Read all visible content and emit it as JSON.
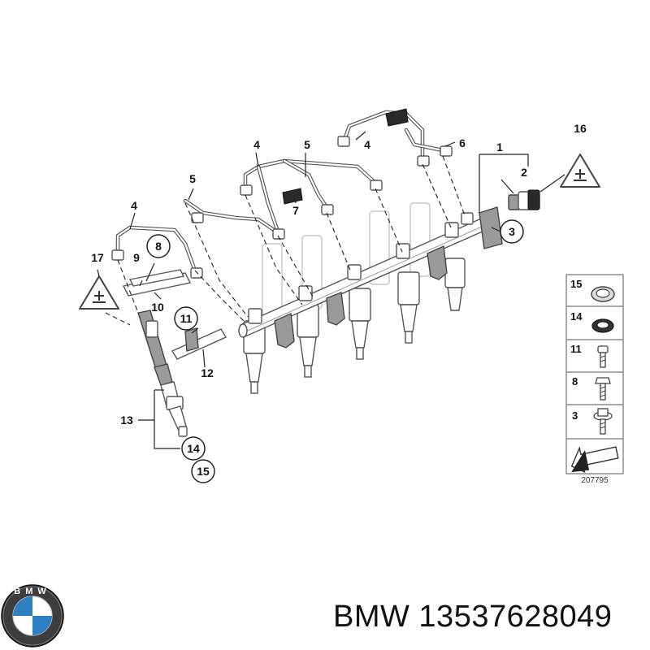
{
  "diagram": {
    "callouts": {
      "c1": "1",
      "c2": "2",
      "c3": "3",
      "c4a": "4",
      "c4b": "4",
      "c4c": "4",
      "c5a": "5",
      "c5b": "5",
      "c6": "6",
      "c7": "7",
      "c8": "8",
      "c9": "9",
      "c10": "10",
      "c11": "11",
      "c12": "12",
      "c13": "13",
      "c14": "14",
      "c15": "15",
      "c16": "16",
      "c17": "17"
    },
    "legend": {
      "items": [
        "15",
        "14",
        "11",
        "8",
        "3"
      ],
      "ref_number": "207795"
    }
  },
  "brand": {
    "logo_letters": "BMW",
    "text": "BMW 13537628049"
  }
}
